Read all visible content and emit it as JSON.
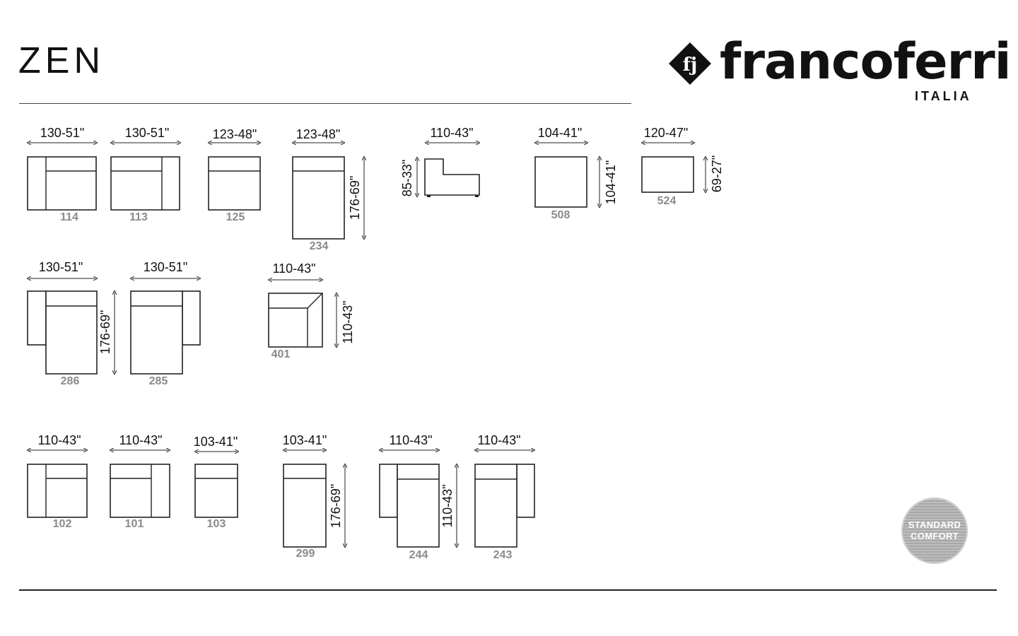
{
  "header": {
    "title": "ZEN"
  },
  "brand": {
    "name": "francoferri",
    "subtitle": "ITALIA"
  },
  "badge": {
    "line1": "STANDARD",
    "line2": "COMFORT"
  },
  "row1": [
    {
      "width_label": "130-51\"",
      "code": "114"
    },
    {
      "width_label": "130-51\"",
      "code": "113"
    },
    {
      "width_label": "123-48\"",
      "code": "125"
    },
    {
      "width_label": "123-48\"",
      "depth_label": "176-69\"",
      "code": "234"
    },
    {
      "width_label": "110-43\"",
      "height_label": "85-33\""
    },
    {
      "width_label": "104-41\"",
      "depth_label": "104-41\"",
      "code": "508"
    },
    {
      "width_label": "120-47\"",
      "height_label": "69-27\"",
      "code": "524"
    }
  ],
  "row2": [
    {
      "width_label": "130-51\"",
      "depth_label": "176-69\"",
      "code": "286"
    },
    {
      "width_label": "130-51\"",
      "code": "285"
    },
    {
      "width_label": "110-43\"",
      "depth_label": "110-43\"",
      "code": "401"
    }
  ],
  "row3": [
    {
      "width_label": "110-43\"",
      "code": "102"
    },
    {
      "width_label": "110-43\"",
      "code": "101"
    },
    {
      "width_label": "103-41\"",
      "code": "103"
    },
    {
      "width_label": "103-41\"",
      "depth_label": "176-69\"",
      "code": "299"
    },
    {
      "width_label": "110-43\"",
      "depth_label": "110-43\"",
      "code": "244"
    },
    {
      "width_label": "110-43\"",
      "code": "243"
    }
  ],
  "colors": {
    "line": "#222222",
    "code": "#8a8a8a",
    "badge": "#b3b3b3"
  }
}
